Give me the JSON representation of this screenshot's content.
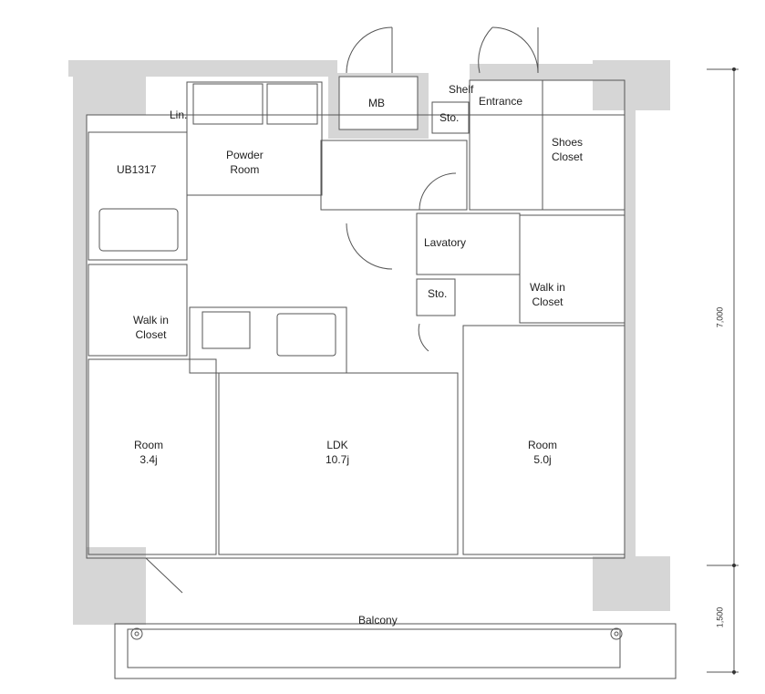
{
  "rooms": {
    "lin": "Lin.",
    "powder_room_1": "Powder",
    "powder_room_2": "Room",
    "mb": "MB",
    "shelf": "Shelf",
    "sto_entrance": "Sto.",
    "entrance": "Entrance",
    "shoes_closet_1": "Shoes",
    "shoes_closet_2": "Closet",
    "ub": "UB1317",
    "lavatory": "Lavatory",
    "sto_lavatory": "Sto.",
    "walk_in_closet_left_1": "Walk in",
    "walk_in_closet_left_2": "Closet",
    "walk_in_closet_right_1": "Walk in",
    "walk_in_closet_right_2": "Closet",
    "room_left_name": "Room",
    "room_left_size": "3.4j",
    "ldk_name": "LDK",
    "ldk_size": "10.7j",
    "room_right_name": "Room",
    "room_right_size": "5.0j",
    "balcony": "Balcony"
  },
  "dimensions": {
    "main": "7,000",
    "balcony": "1,500"
  },
  "colors": {
    "wall": "#d6d6d6",
    "line": "#555555"
  }
}
